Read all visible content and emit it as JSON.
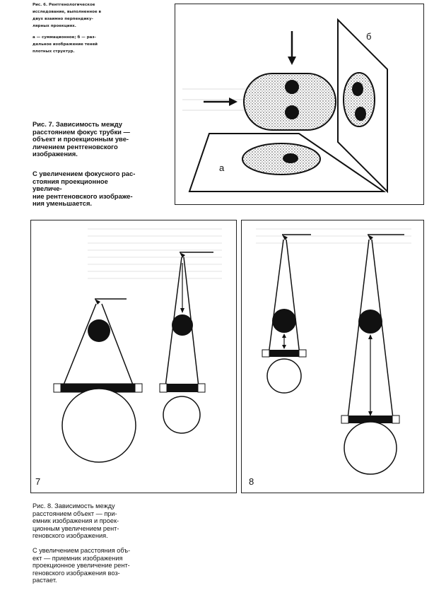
{
  "fig6_caption": {
    "line1": "Рис. 6. Рентгенологическое",
    "line2": "исследование, выполненное в",
    "line3": "двух взаимно перпендику-",
    "line4": "лярных проекциях.",
    "line5": "а — суммационное; б — раз-",
    "line6": "дельное изображение теней",
    "line7": "плотных структур."
  },
  "fig7_caption": {
    "lead": "Рис. 7.",
    "line1": "Зависимость между",
    "line2": "расстоянием фокус трубки —",
    "line3": "объект и проекционным уве-",
    "line4": "личением рентгеновского",
    "line5": "изображения.",
    "note1": "С увеличением фокусного рас-",
    "note2": "стояния проекционное увеличе-",
    "note3": "ние рентгеновского изображе-",
    "note4": "ния уменьшается."
  },
  "fig6_labels": {
    "a": "а",
    "b": "б"
  },
  "fig7_label": "7",
  "fig8_label": "8",
  "fig8_caption": {
    "line1": "Рис. 8. Зависимость между",
    "line2": "расстоянием объект — при-",
    "line3": "емник изображения и проек-",
    "line4": "ционным увеличением рент-",
    "line5": "геновского изображения.",
    "note1": "С увеличением расстояния объ-",
    "note2": "ект — приемник изображения",
    "note3": "проекционное увеличение рент-",
    "note4": "геновского изображения воз-",
    "note5": "растает."
  }
}
